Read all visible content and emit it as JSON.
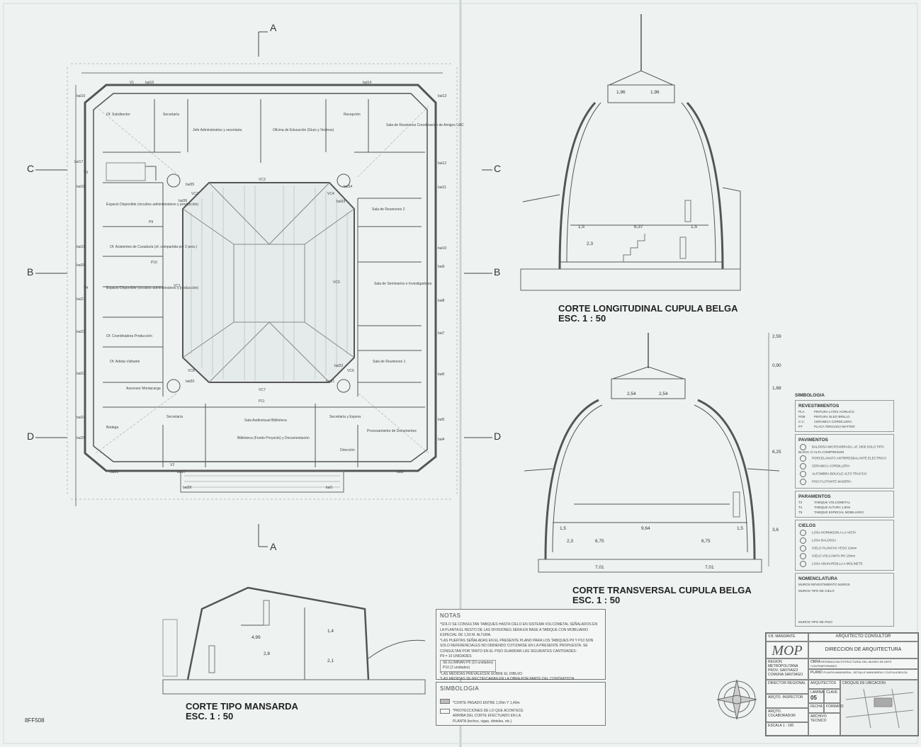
{
  "section_markers": {
    "a": "A",
    "b": "B",
    "c": "C",
    "d": "D"
  },
  "plan": {
    "rooms": [
      "Of. Subdirector",
      "Secretaría",
      "Jefe Administrativo y secretaria",
      "Oficina de Educación (Giuis y Vecinos)",
      "Recepción",
      "Sala de Reuniones Coordinación de Amigos UAC",
      "Espacio Disponible (circuitos administrativos y producción)",
      "Of. Asistentes de Curaduría (of. compartida por 2 pers.)",
      "Espacio Disponible (circuitos administrativos y producción)",
      "Of. Coordinadora Producción",
      "Of. Artista Visitante",
      "Sala de Reuniones 2",
      "Sala de Seminarios e Investigadores",
      "Sala de Reuniones 1",
      "Sala Audiovisual Biblioteca",
      "Biblioteca (Fondo Proyecto) y Documentación",
      "Secretaría",
      "Secretaría y Espera",
      "Procesamiento de Documentos",
      "Dirección",
      "Bodega",
      "Ascensor Montacarga"
    ],
    "tags": [
      "V1",
      "V2",
      "V3",
      "V4",
      "VC1",
      "VC2",
      "VC3",
      "VC4",
      "VC5",
      "VC6",
      "VC7",
      "VC8",
      "P9",
      "P10",
      "P11",
      "bal15",
      "bal14",
      "bal13",
      "bal16",
      "bal17",
      "bal12",
      "bal18",
      "bal11",
      "bal19",
      "bal10",
      "bal20",
      "bal9",
      "bal21",
      "bal8",
      "bal22",
      "bal7",
      "bal23",
      "bal6",
      "bal24",
      "bal5",
      "bal25",
      "bal4",
      "bal26",
      "bal27",
      "bal3",
      "bal28",
      "bal1",
      "bal33",
      "bal34",
      "bal35",
      "bal36",
      "bal30",
      "bal31",
      "bal32"
    ]
  },
  "sections": {
    "longitudinal": {
      "title": "CORTE LONGITUDINAL CUPULA BELGA",
      "scale": "ESC. 1 : 50",
      "dims": [
        "1,96",
        "1,96",
        "1,5",
        "6,37",
        "1,5",
        "2,3"
      ]
    },
    "transversal": {
      "title": "CORTE TRANSVERSAL CUPULA BELGA",
      "scale": "ESC. 1 : 50",
      "dims": [
        "2,59",
        "0,90",
        "1,68",
        "6,25",
        "3,6",
        "2,54",
        "2,54",
        "1,5",
        "9,64",
        "1,5",
        "2,3",
        "6,75",
        "6,75",
        "7,01",
        "7,01"
      ]
    },
    "mansarda": {
      "title": "CORTE TIPO MANSARDA",
      "scale": "ESC. 1 : 50",
      "dims": [
        "4,99",
        "2,8",
        "1,4",
        "2,1"
      ]
    }
  },
  "notas": {
    "title": "NOTAS",
    "lines": [
      "*SOLO SE CONSULTAN TABIQUES HASTA CIELO EN SISTEMA VOLCOMETAL SEÑALADOS EN LA PLANTA EL RESTO DE LAS DIVISIONES SERA EN BASE A TABIQUE CON MOBILIARIO ESPECIAL DE 1,50 M. ALTURA.",
      "*LAS PUERTAS SEÑALADAS EN EL PRESENTE PLANO PARA LOS TABIQUES P9 Y P10 SON SOLO REFERENCIALES NO DEBIENDO COTIZARSE EN LA PRESENTE PROPUESTA. SE CONSULTAN POR TANTO EN EL PISO GUARDAR LAS SIGUIENTES CANTIDADES:",
      "P9 = 10 UNIDADES",
      "SE ELIMINAN P9 (10 unidades)",
      "P10 (2 unidades)",
      "*LAS MEDIDAS PREVALECEN SOBRE EL DIBUJO",
      "*LAS MEDIDAS SE RECTIFICARAN EN LA OBRA POR PARTE DEL CONTRATISTA"
    ]
  },
  "simbologia_notes": {
    "title": "SIMBOLOGIA",
    "items": [
      "*CORTE PASADO ENTRE 1,00m Y 1,40m",
      "*PROYECCIONES DE LO QUE ACONTECE ARRIBA DEL CORTE EFECTUADO EN LA PLANTA (techos, vigas, dinteles, etc.)"
    ]
  },
  "legend": {
    "title": "SIMBOLOGIA",
    "revestimientos": {
      "title": "REVESTIMIENTOS",
      "items": [
        [
          "PLA",
          "PINTURA LATEX ACRILICO"
        ],
        [
          "POB",
          "PINTURA OLEO BRILLO"
        ],
        [
          "C.C.",
          "CERAMICA CORDILLERA"
        ],
        [
          "PT",
          "PLACA TERCIADA MATTER"
        ]
      ]
    },
    "pavimentos": {
      "title": "PAVIMENTOS",
      "items": [
        "BALDOSA MICROVIBRADA, AF 2000 SOLO TIPO BLOCK C/ ALTA COMPRESION",
        "PORCELANATO ANTIRRESBALANTE ELECTRICO",
        "CERAMICA CORDILLERA",
        "ALFOMBRA BOUCLE ALTO TRAFICO",
        "PISO FLOTANTE MADERA"
      ]
    },
    "paramentos": {
      "title": "PARAMENTOS",
      "items": [
        [
          "T2",
          "TABIQUE VOLCOMETAL"
        ],
        [
          "T4",
          "TABIQUE ALTURA 1,50m"
        ],
        [
          "T5",
          "TABIQUE ESPECIAL MOBILIARIO"
        ]
      ]
    },
    "cielos": {
      "title": "CIELOS",
      "items": [
        "LOSA HORMIGON A LA VISTA",
        "LOSA BALDOSA",
        "CIELO PLANCHA YESO 10mm",
        "CIELO VOLCANITA RH 15mm",
        "LOSA ABUHARDILLA A MOLINETE"
      ]
    },
    "nomenclatura": {
      "title": "NOMENCLATURA",
      "items": [
        "MUROS REVESTIMIENTO MUROS",
        "MUROS TIPO DE CIELO",
        "MUROS TIPO DE PISO"
      ]
    }
  },
  "title_block": {
    "mandante": "V.B. MANDANTE",
    "consultor": "ARQUITECTO CONSULTOR",
    "logo": "MOP",
    "direccion": "DIRECCION DE ARQUITECTURA",
    "region_label": "REGION",
    "region": "METROPOLITANA",
    "prov_label": "PROV.",
    "prov": "SANTIAGO",
    "comuna_label": "COMUNA",
    "comuna": "SANTIAGO",
    "obra_label": "OBRA",
    "obra": "REPARACION ESTRUCTURAL DEL MUSEO DE ARTE CONTEMPORANEO",
    "plano_label": "PLANO",
    "plano": "PLANTA MANSARDA - DETALLE MANSARDA Y CUPULA BELGA",
    "director_label": "DIRECTOR REGIONAL",
    "arquitectos_label": "ARQUITECTOS",
    "ubicacion_label": "CROQUIS DE UBICACION",
    "inspector_label": "ARQTO. INSPECTOR",
    "colaborador_label": "ARQTO. COLABORADOR",
    "lamina_label": "LAMINA",
    "lamina": "05",
    "clave_label": "CLAVE",
    "fecha_label": "FECHA",
    "formato_label": "FORMATO",
    "archivo_label": "ARCHIVO TECNICO",
    "escala_label": "ESCALA",
    "escala": "1 : 100"
  },
  "handwritten": "8FF508"
}
